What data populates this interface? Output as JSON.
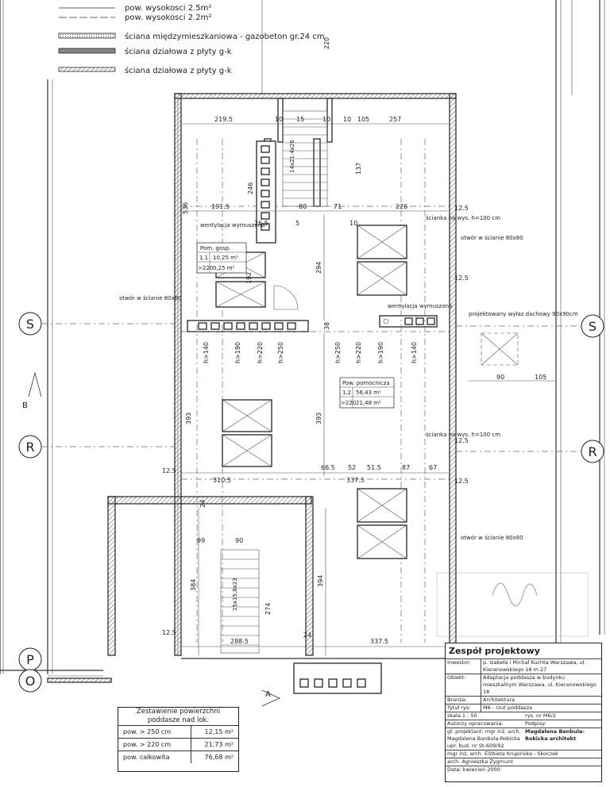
{
  "legend": [
    {
      "label": "pow. wysokosci 2.5m²"
    },
    {
      "label": "pow. wysokosci 2.2m²"
    },
    {
      "label": "ściana międzymieszkaniowa - gazobeton gr.24 cm"
    },
    {
      "label": "ściana działowa z płyty g-k"
    },
    {
      "label": "ściana działowa z płyty g-k"
    }
  ],
  "axes": {
    "S": "S",
    "R": "R",
    "P": "P",
    "O": "O",
    "A": "A",
    "B": "B"
  },
  "dimensions": {
    "top": [
      "219.5",
      "10",
      "15",
      "10",
      "10",
      "105",
      "257"
    ],
    "second": [
      "191.5",
      "80",
      "71",
      "226"
    ],
    "verticals": [
      "536",
      "246",
      "294",
      "393",
      "393",
      "384",
      "394",
      "137",
      "220"
    ],
    "mid": [
      "310.5",
      "66.5",
      "52",
      "51.5",
      "87",
      "67",
      "337.5"
    ],
    "lower": [
      "99",
      "90",
      "288.5",
      "337.5",
      "24",
      "24",
      "12.5",
      "12.5",
      "12.5",
      "12.5",
      "90",
      "105",
      "38",
      "12.5"
    ],
    "heights": [
      "h>140",
      "h>190",
      "h>220",
      "h>250",
      "h>250",
      "h>220",
      "h>190",
      "h>140"
    ],
    "stairs_top": "14x21.4x26",
    "stairs_bottom": "15x15.8x23",
    "misc": [
      "26.5",
      "5",
      "10",
      "192",
      "274",
      "12.5"
    ]
  },
  "labels": {
    "wentylacja1": "wentylacja wymuszona",
    "wentylacja2": "wentylacja wymuszona",
    "otwor1": "otwór w ścianie 80x80",
    "otwor2": "otwór w ścianie 80x80",
    "otwor3": "otwór w ścianie 80x80",
    "wylaz": "projektowany wyłaz dachowy 90x90cm",
    "scianka1": "ścianka na wys. h=100 cm",
    "scianka2": "ścianka na wys. h=100 cm"
  },
  "room1": {
    "title": "Pom. gosp.",
    "rows": [
      [
        "1.1",
        "10,25 m²"
      ],
      [
        ">220",
        "0,25 m²"
      ]
    ]
  },
  "room2": {
    "title": "Pow. pomocnicza",
    "rows": [
      [
        "1.2",
        "56,43 m²"
      ],
      [
        ">220",
        "21,48 m²"
      ]
    ]
  },
  "summary": {
    "title1": "Zestawienie powierzchni",
    "title2": "poddasze nad lok.",
    "rows": [
      {
        "label": "pow. > 250 cm",
        "value": "12,15 m²"
      },
      {
        "label": "pow. > 220 cm",
        "value": "21,73 m²"
      },
      {
        "label": "pow. całkowita",
        "value": "76,68 m²"
      }
    ]
  },
  "title_block": {
    "heading": "Zespół projektowy",
    "inwestor_k": "Inwestor:",
    "inwestor_v": "p. Izabela i Michał Kuchta  Warszawa, ul. Kieranowskiego 18 m 27",
    "obiekt_k": "Obiekt:",
    "obiekt_v": "Adaptacja poddasza w budynku mieszkalnym Warszawa, ul. Kieranowskiego 18",
    "branza_k": "Branża:",
    "branza_v": "Architektura",
    "tytul_k": "Tytuł rys:",
    "tytul_v": "M6 - rzut poddasza",
    "skala": "skala 1 : 50",
    "nr": "rys. nr M6/2",
    "autorzy": "Autorzy opracowania:",
    "podpisy": "Podpisy:",
    "projektant": "gł. projektant: mgr inż. arch. Magdalena Banbula-Rokicka upr. bud. nr St-609/92",
    "arch2": "mgr inż. arch. Elżbieta Krupińska - Skoczek",
    "arch3": "arch. Agnieszka Zygmunt",
    "data": "Data: kwiecień 2000",
    "stamp_name": "Magdalena Banbula-Rokicka architekt"
  }
}
